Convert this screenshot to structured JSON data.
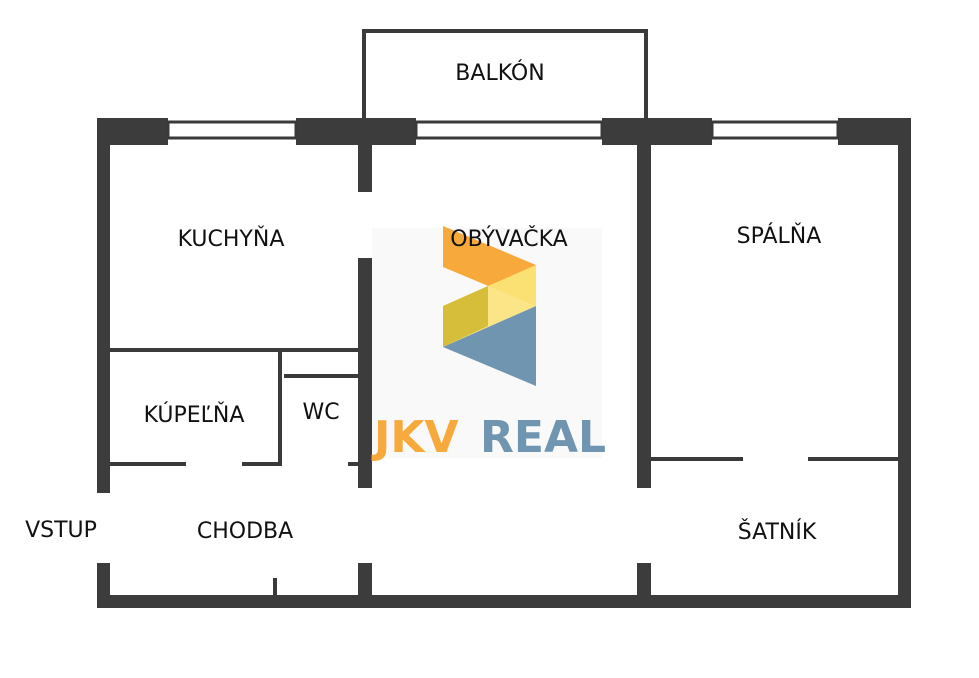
{
  "rooms": {
    "balcony": "BALKÓN",
    "kitchen": "KUCHYŇA",
    "living_room": "OBÝVAČKA",
    "bedroom": "SPÁLŇA",
    "bathroom": "KÚPEĽŇA",
    "wc": "WC",
    "entrance": "VSTUP",
    "hallway": "CHODBA",
    "walk_in_closet": "ŠATNÍK"
  },
  "watermark": {
    "brand_part1": "JKV",
    "brand_part2": "REAL",
    "colors": {
      "orange": "#f7a93b",
      "yellow": "#fdd13f",
      "olive": "#d1b932",
      "blue": "#6f95b0",
      "light_yellow": "#fbe27a"
    }
  },
  "colors": {
    "wall": "#3c3c3c",
    "interior_wall": "#3a3a3a",
    "window_frame": "#3a3a3a",
    "text": "#111111"
  }
}
